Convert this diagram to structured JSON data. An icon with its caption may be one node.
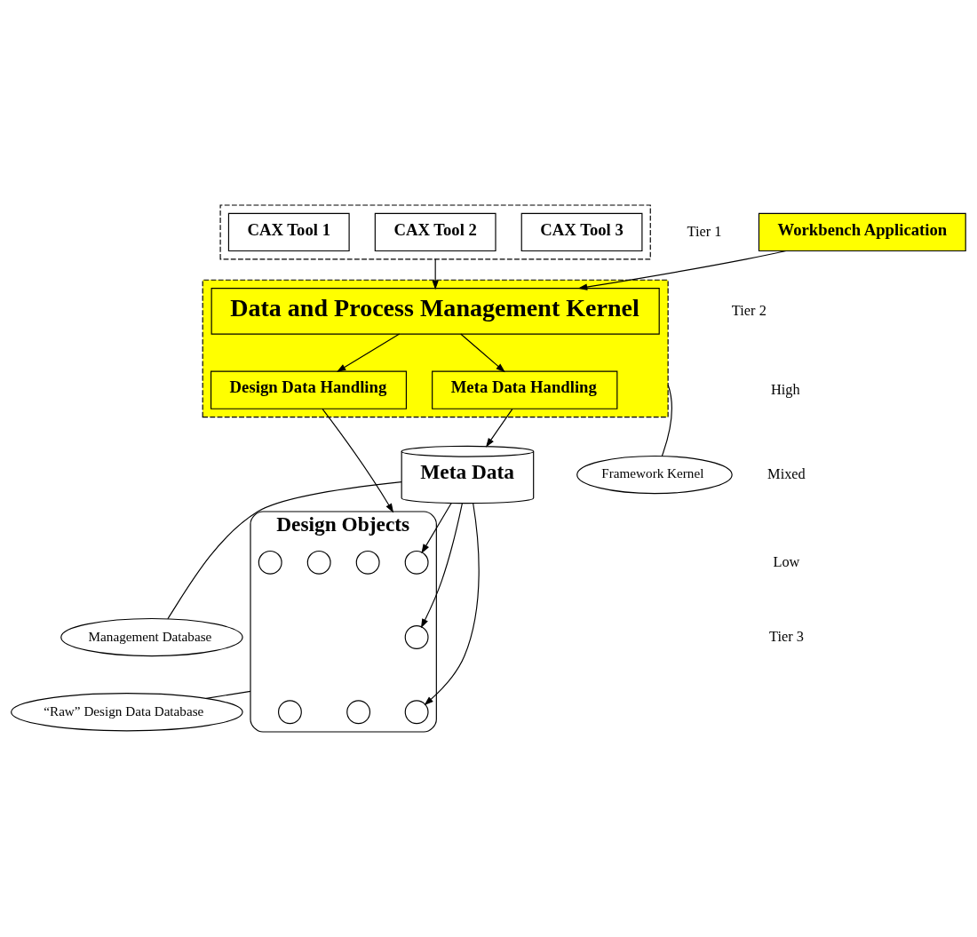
{
  "diagram": {
    "nodes": [
      {
        "text": [
          "Workbench Application"
        ]
      },
      {
        "text": [],
        "shape": "box"
      },
      {
        "text": [
          "CAX Tool 1"
        ],
        "in": 1
      },
      {
        "text": [
          "CAX Tool 2"
        ],
        "in": 1
      },
      {
        "text": [
          "CAX Tool 3"
        ],
        "in": 1
      },
      {
        "text": [],
        "shape": "box"
      },
      {
        "text": [
          "Data and Process Management Kernel"
        ],
        "in": 5
      },
      {
        "text": [
          "Meta Data Handling"
        ],
        "in": 5
      },
      {
        "text": [
          "Design Data Handling"
        ],
        "in": 5
      },
      {
        "text": [
          "Meta Data"
        ]
      },
      {
        "text": [
          "Design Objects"
        ]
      },
      {
        "text": [],
        "shape": "circle",
        "in": 10
      },
      {
        "text": [],
        "shape": "circle",
        "in": 10
      },
      {
        "text": [],
        "shape": "circle",
        "in": 10
      },
      {
        "text": [],
        "shape": "circle",
        "in": 10
      },
      {
        "text": [],
        "shape": "circle",
        "in": 10
      },
      {
        "text": [],
        "shape": "circle",
        "in": 10
      },
      {
        "text": [],
        "shape": "circle",
        "in": 10
      },
      {
        "text": [],
        "shape": "circle",
        "in": 10
      },
      {
        "text": [
          "Management Database"
        ]
      },
      {
        "text": [
          "Framework Kernel"
        ]
      },
      {
        "text": [
          "“Raw” Design Data Database"
        ]
      }
    ],
    "edges": [
      {
        "from": 0,
        "to": 6,
        "arrow": "to"
      },
      {
        "from": 1,
        "to": 6,
        "arrow": "to"
      },
      {
        "from": 6,
        "to": 7,
        "arrow": "to"
      },
      {
        "from": 6,
        "to": 8,
        "arrow": "to"
      },
      {
        "from": 7,
        "to": 9,
        "arrow": "to"
      },
      {
        "from": 8,
        "to": 10,
        "arrow": "to"
      },
      {
        "from": 9,
        "to": 11,
        "arrow": "to"
      },
      {
        "from": 9,
        "to": 15,
        "arrow": "to"
      },
      {
        "from": 9,
        "to": 16,
        "arrow": "to"
      },
      {
        "from": 19,
        "to": 9,
        "arrow": "none"
      },
      {
        "from": 20,
        "to": 5,
        "arrow": "none"
      },
      {
        "from": 21,
        "to": 10,
        "arrow": "none"
      }
    ],
    "labels": [
      "Tier 1",
      "Tier 2",
      "High",
      "Mixed",
      "Low",
      "Tier 3"
    ]
  }
}
